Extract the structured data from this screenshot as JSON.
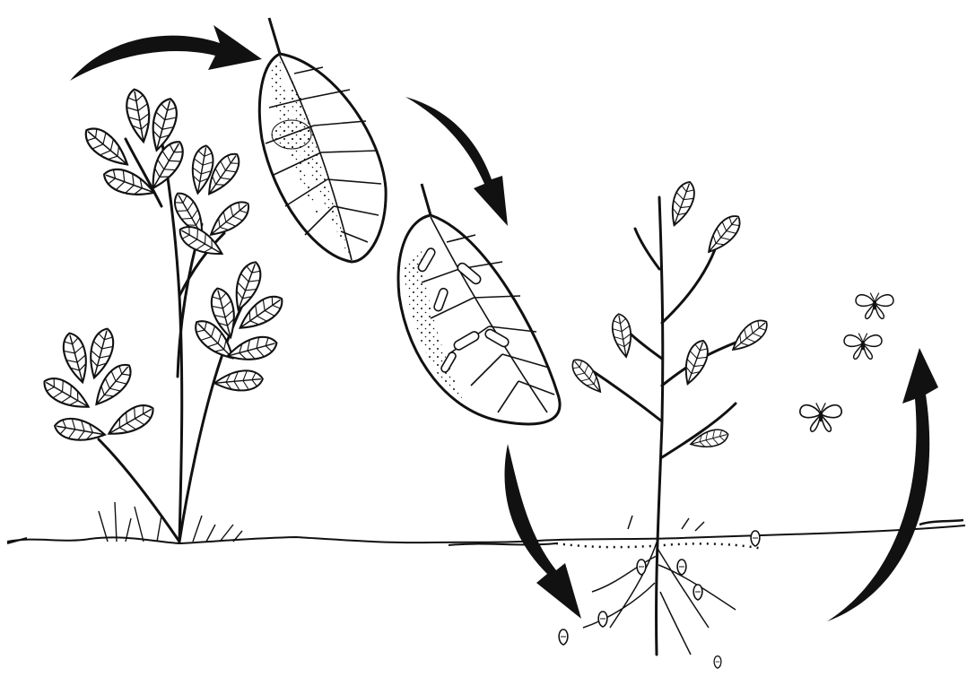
{
  "figure": {
    "subject": "insect-life-cycle-on-plant",
    "stages": [
      {
        "id": "mature-host-plant",
        "icon": "leafy-plant-illustration"
      },
      {
        "id": "egg-mass-on-leaf",
        "icon": "leaf-with-eggs-illustration"
      },
      {
        "id": "larvae-feeding-on-leaf",
        "icon": "leaf-with-larvae-illustration"
      },
      {
        "id": "defoliated-plant-pupae-in-soil",
        "icon": "plant-with-pupae-illustration"
      },
      {
        "id": "adult-moths-emerging",
        "icon": "moth-illustration"
      }
    ],
    "arrows": [
      "plant-to-egg-leaf",
      "egg-leaf-to-larva-leaf",
      "larva-leaf-to-soil",
      "soil-to-adults"
    ]
  },
  "colors": {
    "ink": "#111111",
    "background": "#ffffff"
  }
}
